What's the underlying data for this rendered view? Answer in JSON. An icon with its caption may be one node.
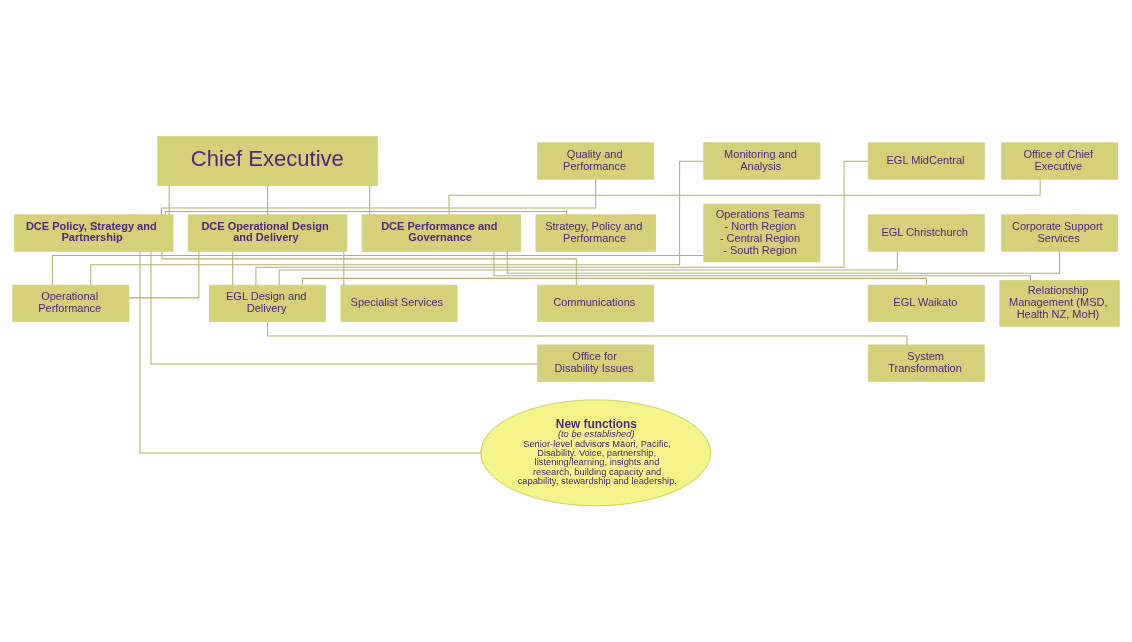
{
  "diagram": {
    "nodes": [
      {
        "text": [
          "Chief Executive"
        ]
      },
      {
        "text": [
          "DCE Policy, Strategy and Partnership"
        ]
      },
      {
        "text": [
          "DCE Operational Design and Delivery"
        ]
      },
      {
        "text": [
          "DCE Performance and Governance"
        ]
      },
      {
        "text": [
          "Quality and Performance"
        ]
      },
      {
        "text": [
          "Strategy, Policy and Performance"
        ]
      },
      {
        "text": [
          "Communications"
        ]
      },
      {
        "text": [
          "Office for Disability Issues"
        ]
      },
      {
        "text": [
          "New functions",
          "(to be established)",
          "Senior-level advisors Māori, Pacific, Disability. Voice, partnership, listening/learning, insights and research, building capacity and capability, stewardship and leadership."
        ]
      },
      {
        "text": [
          "Operational Performance"
        ]
      },
      {
        "text": [
          "EGL Design and Delivery"
        ]
      },
      {
        "text": [
          "Specialist Services"
        ]
      },
      {
        "text": [
          "Monitoring and Analysis"
        ]
      },
      {
        "text": [
          "Operations Teams",
          "- North Region",
          "- Central Region",
          "- South Region"
        ]
      },
      {
        "text": [
          "EGL MidCentral"
        ]
      },
      {
        "text": [
          "EGL Christchurch"
        ]
      },
      {
        "text": [
          "EGL Waikato"
        ]
      },
      {
        "text": [
          "System Transformation"
        ]
      },
      {
        "text": [
          "Office of Chief Executive"
        ]
      },
      {
        "text": [
          "Corporate Support Services"
        ]
      },
      {
        "text": [
          "Relationship Management (MSD, Health NZ, MoH)"
        ]
      }
    ],
    "edges": [
      {
        "from": 0,
        "to": 1,
        "arrow": "none"
      },
      {
        "from": 0,
        "to": 2,
        "arrow": "none"
      },
      {
        "from": 0,
        "to": 3,
        "arrow": "none"
      },
      {
        "from": 1,
        "to": 4,
        "arrow": "none"
      },
      {
        "from": 1,
        "to": 5,
        "arrow": "none"
      },
      {
        "from": 1,
        "to": 6,
        "arrow": "none"
      },
      {
        "from": 1,
        "to": 7,
        "arrow": "none"
      },
      {
        "from": 1,
        "to": 8,
        "arrow": "none"
      },
      {
        "from": 2,
        "to": 9,
        "arrow": "none"
      },
      {
        "from": 2,
        "to": 10,
        "arrow": "none"
      },
      {
        "from": 2,
        "to": 11,
        "arrow": "none"
      },
      {
        "from": 9,
        "to": 12,
        "arrow": "none"
      },
      {
        "from": 9,
        "to": 13,
        "arrow": "none"
      },
      {
        "from": 10,
        "to": 14,
        "arrow": "none"
      },
      {
        "from": 10,
        "to": 15,
        "arrow": "none"
      },
      {
        "from": 10,
        "to": 16,
        "arrow": "none"
      },
      {
        "from": 10,
        "to": 17,
        "arrow": "none"
      },
      {
        "from": 3,
        "to": 18,
        "arrow": "none"
      },
      {
        "from": 3,
        "to": 19,
        "arrow": "none"
      },
      {
        "from": 3,
        "to": 20,
        "arrow": "none"
      }
    ]
  }
}
